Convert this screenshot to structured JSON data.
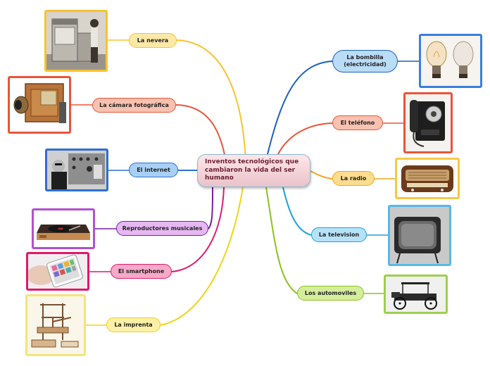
{
  "center": {
    "title": "Inventos tecnológicos que cambiaron la vida del ser humano"
  },
  "branches": [
    {
      "id": "nevera",
      "label": "La nevera",
      "color": "#f9c22e",
      "fill": "#fde9a7",
      "image": "refrigerator-photo"
    },
    {
      "id": "camara",
      "label": "La cámara fotográfica",
      "color": "#e8553a",
      "fill": "#f9c1b0",
      "image": "antique-camera-photo"
    },
    {
      "id": "internet",
      "label": "El internet",
      "color": "#2e6fd1",
      "fill": "#a8d0f5",
      "image": "computer-room-photo"
    },
    {
      "id": "reproductores",
      "label": "Reproductores musicales",
      "color": "#7a1fa2",
      "fill": "#e6b8f2",
      "image": "turntable-photo"
    },
    {
      "id": "smartphone",
      "label": "El smartphone",
      "color": "#e0196b",
      "fill": "#f7a9c8",
      "image": "smartphone-photo"
    },
    {
      "id": "imprenta",
      "label": "La imprenta",
      "color": "#f2d21a",
      "fill": "#fbf0a5",
      "image": "printing-press-illustration"
    },
    {
      "id": "bombilla",
      "label": "La bombilla (electricidad)",
      "color": "#1e5fbf",
      "fill": "#b9dcf7",
      "image": "light-bulbs-photo"
    },
    {
      "id": "telefono",
      "label": "El teléfono",
      "color": "#e8553a",
      "fill": "#f9c1b0",
      "image": "rotary-phone-photo"
    },
    {
      "id": "radio",
      "label": "La radio",
      "color": "#f2a81a",
      "fill": "#fcdc8e",
      "image": "vintage-radio-photo"
    },
    {
      "id": "television",
      "label": "La television",
      "color": "#1e9fe0",
      "fill": "#b6e2f8",
      "image": "crt-television-photo"
    },
    {
      "id": "automoviles",
      "label": "Los automoviles",
      "color": "#8bc21e",
      "fill": "#d4ee9c",
      "image": "model-t-car-photo"
    }
  ]
}
